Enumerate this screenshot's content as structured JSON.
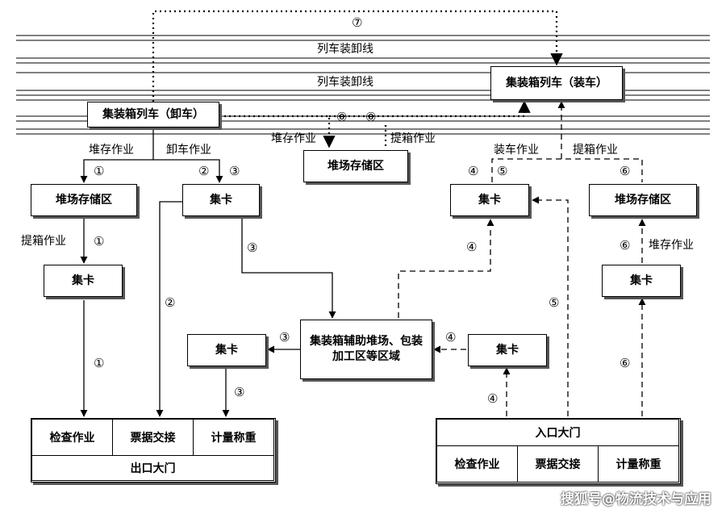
{
  "tracks": {
    "line_top": "列车装卸线",
    "line_mid": "列车装卸线"
  },
  "boxes": {
    "unloading_train": "集装箱列车（卸车）",
    "loading_train": "集装箱列车（装车）",
    "yard_mid": "堆场存储区",
    "yard_left": "堆场存储区",
    "yard_right": "堆场存储区",
    "truck_left_mid": "集卡",
    "truck_left_low": "集卡",
    "truck_center_left": "集卡",
    "truck_right_top": "集卡",
    "truck_right_low": "集卡",
    "truck_center_right": "集卡",
    "aux_area": "集装箱辅助堆场、包装加工区等区域"
  },
  "exit_gate": {
    "name": "出口大门",
    "cells": [
      "检查作业",
      "票据交接",
      "计量称重"
    ]
  },
  "entry_gate": {
    "name": "入口大门",
    "cells": [
      "检查作业",
      "票据交接",
      "计量称重"
    ]
  },
  "labels": {
    "stack_op_left": "堆存作业",
    "unload_op": "卸车作业",
    "pick_op_left": "提箱作业",
    "stack_op_mid": "堆存作业",
    "pick_op_mid": "提箱作业",
    "load_op": "装车作业",
    "pick_op_right": "提箱作业",
    "stack_op_right": "堆存作业"
  },
  "numbers": {
    "n7": "⑦",
    "n8a": "⑧",
    "n8b": "⑧",
    "n1a": "①",
    "n2a": "②",
    "n3a": "③",
    "n1b": "①",
    "n3b": "③",
    "n2b": "②",
    "n1c": "①",
    "n3c": "③",
    "n3d": "③",
    "n4a": "④",
    "n5a": "⑤",
    "n6a": "⑥",
    "n4b": "④",
    "n6b": "⑥",
    "n5b": "⑤",
    "n4c": "④",
    "n4d": "④",
    "n6c": "⑥"
  },
  "watermark": "搜狐号@物流技术与应用"
}
